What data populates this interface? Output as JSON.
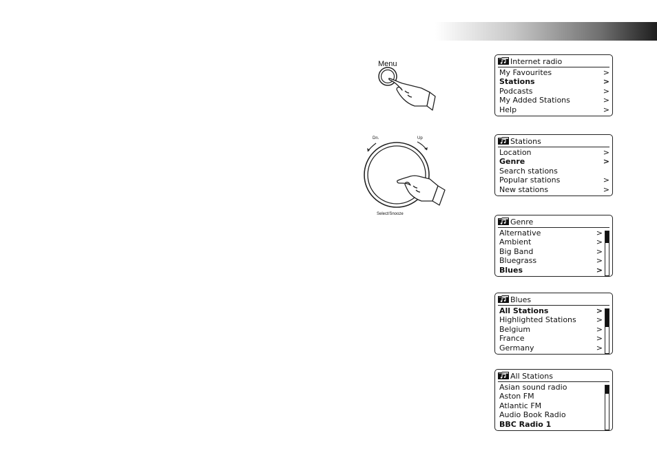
{
  "header": {
    "gradient_colors": [
      "#ffffff",
      "#c8c8c8",
      "#6e6e6e",
      "#1e1e1e"
    ]
  },
  "menu_button": {
    "label": "Menu"
  },
  "knob": {
    "left_label": "Dn.",
    "right_label": "Up",
    "bottom_label": "Select/Snooze"
  },
  "screens": [
    {
      "title": "Internet radio",
      "rows": [
        "My Favourites",
        "Stations",
        "Podcasts",
        "My Added Stations",
        "Help"
      ],
      "arrows": [
        ">",
        ">",
        ">",
        ">",
        ">"
      ],
      "selected_row": "Stations"
    },
    {
      "title": "Stations",
      "rows": [
        "Location",
        "Genre",
        "Search stations",
        "Popular stations",
        "New stations"
      ],
      "arrows": [
        ">",
        ">",
        "",
        ">",
        ">"
      ],
      "selected_row": "Genre"
    },
    {
      "title": "Genre",
      "rows": [
        "Alternative",
        "Ambient",
        "Big Band",
        "Bluegrass",
        "Blues"
      ],
      "arrows": [
        ">",
        ">",
        ">",
        ">",
        ">"
      ],
      "selected_row": "Blues",
      "scroll_fraction": 0.25
    },
    {
      "title": "Blues",
      "rows": [
        "All Stations",
        "Highlighted Stations",
        "Belgium",
        "France",
        "Germany"
      ],
      "arrows": [
        ">",
        ">",
        ">",
        ">",
        ">"
      ],
      "selected_row": "All Stations",
      "scroll_fraction": 0.4
    },
    {
      "title": "All Stations",
      "rows": [
        "Asian sound radio",
        "Aston FM",
        "Atlantic FM",
        "Audio Book Radio",
        "BBC Radio 1"
      ],
      "arrows": [
        "",
        "",
        "",
        "",
        ""
      ],
      "selected_row": "BBC Radio 1",
      "scroll_fraction": 0.18
    }
  ]
}
